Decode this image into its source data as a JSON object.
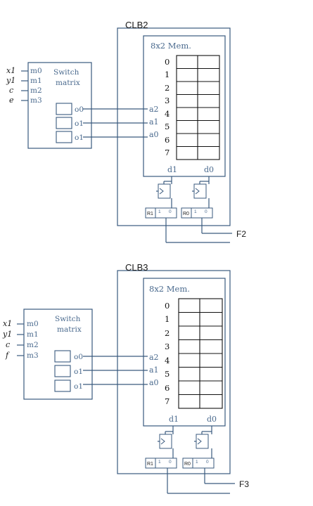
{
  "diagrams": [
    {
      "clb_label": "CLB2",
      "mem_title": "8x2 Mem.",
      "rows": [
        "0",
        "1",
        "2",
        "3",
        "4",
        "5",
        "6",
        "7"
      ],
      "addr_labels": [
        "a2",
        "a1",
        "a0"
      ],
      "data_labels": [
        "d1",
        "d0"
      ],
      "switch": {
        "title_line1": "Switch",
        "title_line2": "matrix",
        "ins": [
          "m0",
          "m1",
          "m2",
          "m3"
        ],
        "outs": [
          "o0",
          "o1",
          "o1"
        ]
      },
      "inputs": [
        "x1",
        "y1",
        "c",
        "e"
      ],
      "registers": [
        "R1",
        "R0"
      ],
      "output": "F2"
    },
    {
      "clb_label": "CLB3",
      "mem_title": "8x2 Mem.",
      "rows": [
        "0",
        "1",
        "2",
        "3",
        "4",
        "5",
        "6",
        "7"
      ],
      "addr_labels": [
        "a2",
        "a1",
        "a0"
      ],
      "data_labels": [
        "d1",
        "d0"
      ],
      "switch": {
        "title_line1": "Switch",
        "title_line2": "matrix",
        "ins": [
          "m0",
          "m1",
          "m2",
          "m3"
        ],
        "outs": [
          "o0",
          "o1",
          "o1"
        ]
      },
      "inputs": [
        "x1",
        "y1",
        "c",
        "f"
      ],
      "registers": [
        "R1",
        "R0"
      ],
      "output": "F3"
    }
  ]
}
